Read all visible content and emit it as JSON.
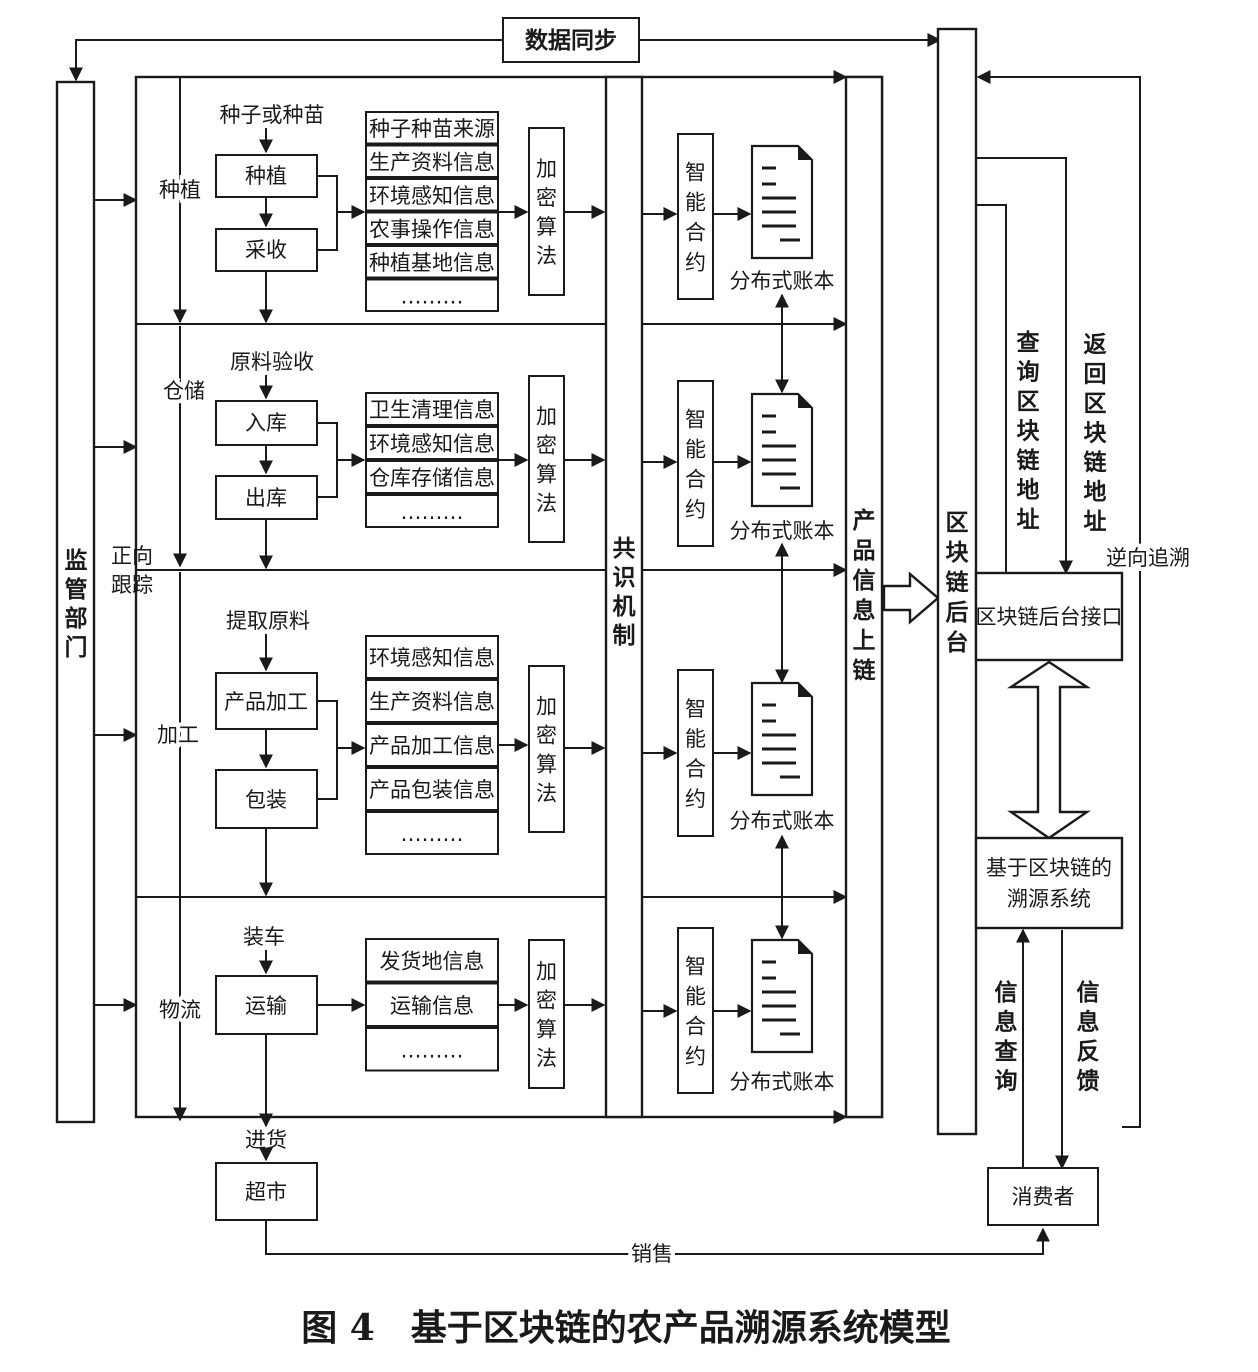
{
  "labels": {
    "data_sync": "数据同步",
    "supervision": "监管部门",
    "forward_trace": "正向跟踪",
    "stage_planting": "种植",
    "stage_storage": "仓储",
    "stage_processing": "加工",
    "stage_logistics": "物流",
    "seed": "种子或种苗",
    "planting": "种植",
    "harvest": "采收",
    "raw_check": "原料验收",
    "inbound": "入库",
    "outbound": "出库",
    "extract": "提取原料",
    "process": "产品加工",
    "package": "包装",
    "load": "装车",
    "transport": "运输",
    "purchase": "进货",
    "supermarket": "超市",
    "sales": "销售",
    "consensus": "共识机制",
    "encryption": "加密算法",
    "smart_contract": "智能合约",
    "ledger": "分布式账本",
    "on_chain": "产品信息上链",
    "backend": "区块链后台",
    "query_addr": "查询区块链地址",
    "return_addr": "返回区块链地址",
    "reverse_trace": "逆向追溯",
    "backend_api": "区块链后台接口",
    "trace_system_1": "基于区块链的",
    "trace_system_2": "溯源系统",
    "info_query": "信息查询",
    "info_feedback": "信息反馈",
    "consumer": "消费者",
    "caption": "图 4　基于区块链的农产品溯源系统模型"
  },
  "info_lists": {
    "planting": [
      "种子种苗来源",
      "生产资料信息",
      "环境感知信息",
      "农事操作信息",
      "种植基地信息",
      "………"
    ],
    "storage": [
      "卫生清理信息",
      "环境感知信息",
      "仓库存储信息",
      "………"
    ],
    "processing": [
      "环境感知信息",
      "生产资料信息",
      "产品加工信息",
      "产品包装信息",
      "………"
    ],
    "logistics": [
      "发货地信息",
      "运输信息",
      "………"
    ]
  }
}
